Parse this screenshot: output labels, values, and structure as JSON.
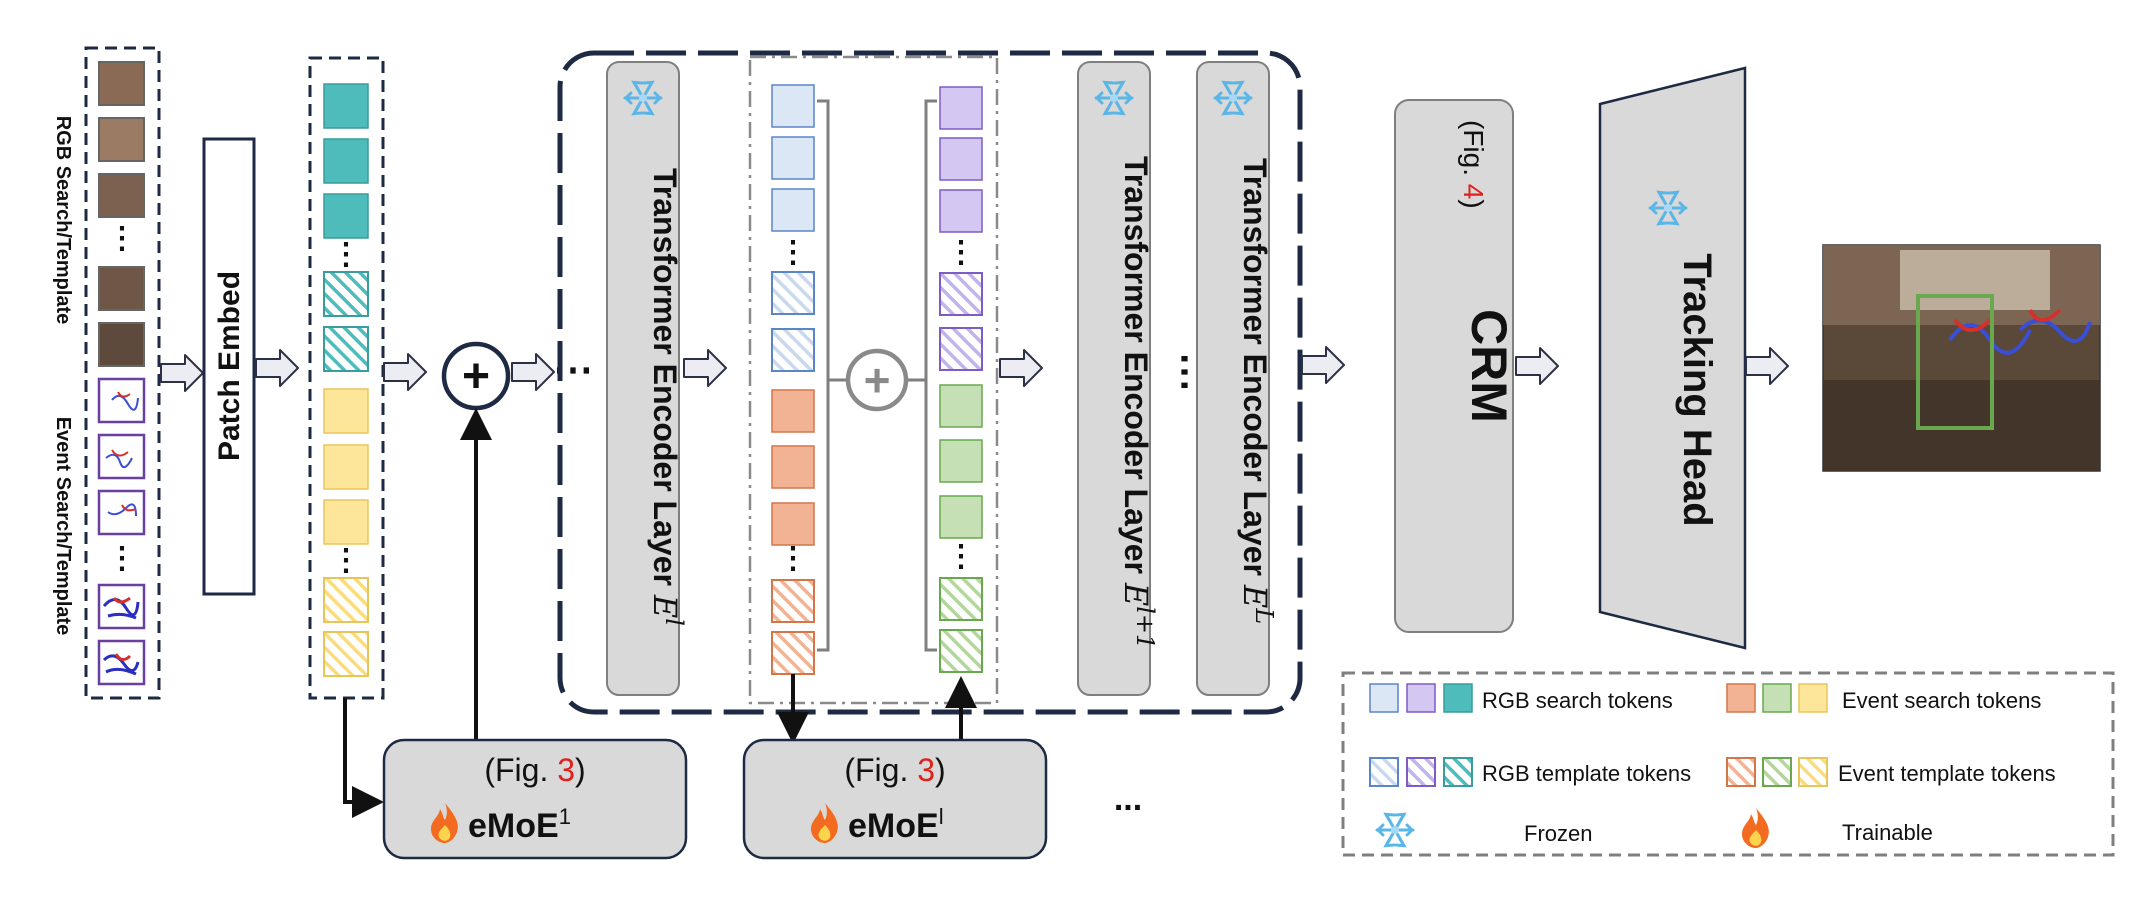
{
  "input": {
    "rgb_label": "RGB Search/Template",
    "event_label": "Event Search/Template",
    "ellipsis": "⋮"
  },
  "patch_embed": {
    "label": "Patch Embed"
  },
  "token_column": {
    "ellipsis": "⋮"
  },
  "plus_symbol": "+",
  "dots_symbol": "⋯",
  "encoder_layers": [
    {
      "label": "Transformer Encoder Layer",
      "symbol": "E",
      "sup": "l"
    },
    {
      "label": "Transformer Encoder Layer",
      "symbol": "E",
      "sup": "l+1"
    },
    {
      "label": "Transformer Encoder Layer",
      "symbol": "E",
      "sup": "L"
    }
  ],
  "crm": {
    "label": "CRM",
    "ref_open": "(Fig. ",
    "ref_num": "4",
    "ref_close": ")"
  },
  "tracking_head": {
    "label": "Tracking Head"
  },
  "emoe_blocks": [
    {
      "ref_open": "(Fig. ",
      "ref_num": "3",
      "ref_close": ")",
      "name": "eMoE",
      "sup": "1"
    },
    {
      "ref_open": "(Fig. ",
      "ref_num": "3",
      "ref_close": ")",
      "name": "eMoE",
      "sup": "l"
    }
  ],
  "emoe_ellipsis": "...",
  "icons": {
    "frozen": "snowflake-icon",
    "trainable": "flame-icon"
  },
  "legend": {
    "rgb_search": "RGB search tokens",
    "event_search": "Event search tokens",
    "rgb_template": "RGB template tokens",
    "event_template": "Event template tokens",
    "frozen": "Frozen",
    "trainable": "Trainable"
  },
  "colors": {
    "dark_navy": "#1e2a44",
    "block_gray": "#d9d9d9",
    "teal": "#4fbcbc",
    "light_blue": "#dbe7f5",
    "purple": "#d4c8f2",
    "orange": "#f2b394",
    "green": "#c5e0b4",
    "yellow": "#fde699",
    "reference_red": "#e0201b",
    "bbox_green": "#6aa84f"
  }
}
